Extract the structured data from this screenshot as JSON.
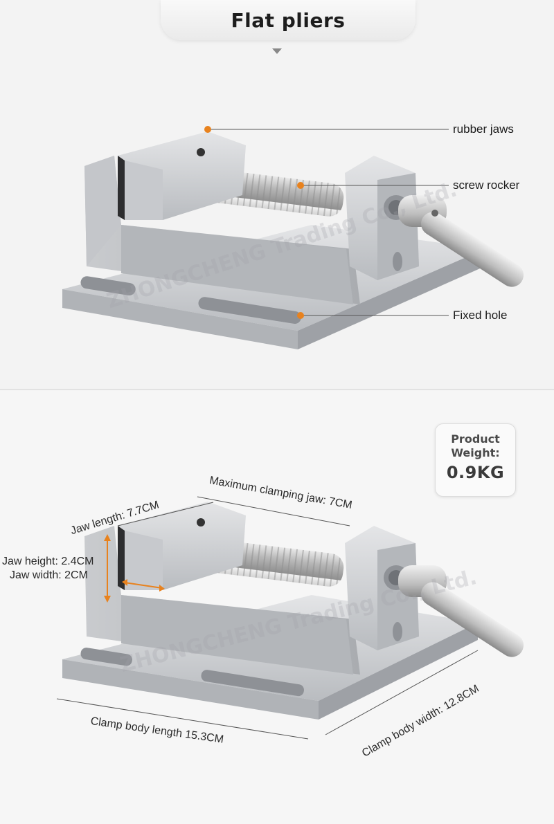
{
  "header": {
    "title": "Flat pliers"
  },
  "callouts": {
    "rubber_jaws": "rubber jaws",
    "screw_rocker": "screw rocker",
    "fixed_hole": "Fixed hole"
  },
  "dimensions": {
    "jaw_length": "Jaw length: 7.7CM",
    "max_clamping": "Maximum clamping jaw: 7CM",
    "jaw_height": "Jaw height: 2.4CM",
    "jaw_width": "Jaw width: 2CM",
    "body_length": "Clamp body length 15.3CM",
    "body_width": "Clamp body width: 12.8CM"
  },
  "weight": {
    "label": "Product Weight:",
    "value": "0.9KG"
  },
  "watermark": "ZHONGCHENG Trading Co., Ltd.",
  "colors": {
    "accent_dot": "#e8821e",
    "dimension_arrow": "#e8821e",
    "metal": "#cfd1d4"
  }
}
